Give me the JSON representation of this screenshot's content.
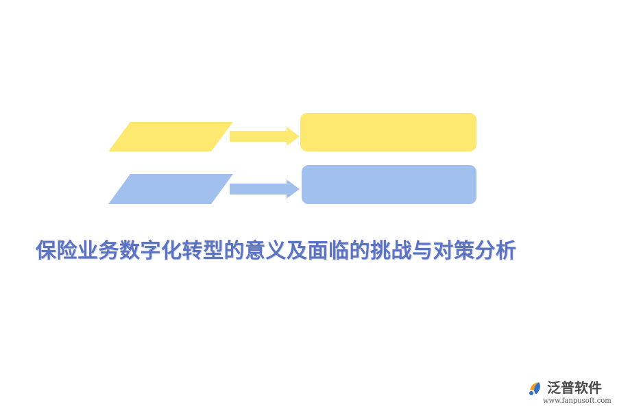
{
  "title": "保险业务数字化转型的意义及面临的挑战与对策分析",
  "logo": {
    "name": "泛普软件",
    "url": "www.fanpusoft.com"
  },
  "colors": {
    "title": "#5b73c4",
    "yellow": "#fde870",
    "blue": "#a2c0ee",
    "logo_orange": "#f39a1e",
    "logo_blue": "#2f6fc9"
  }
}
